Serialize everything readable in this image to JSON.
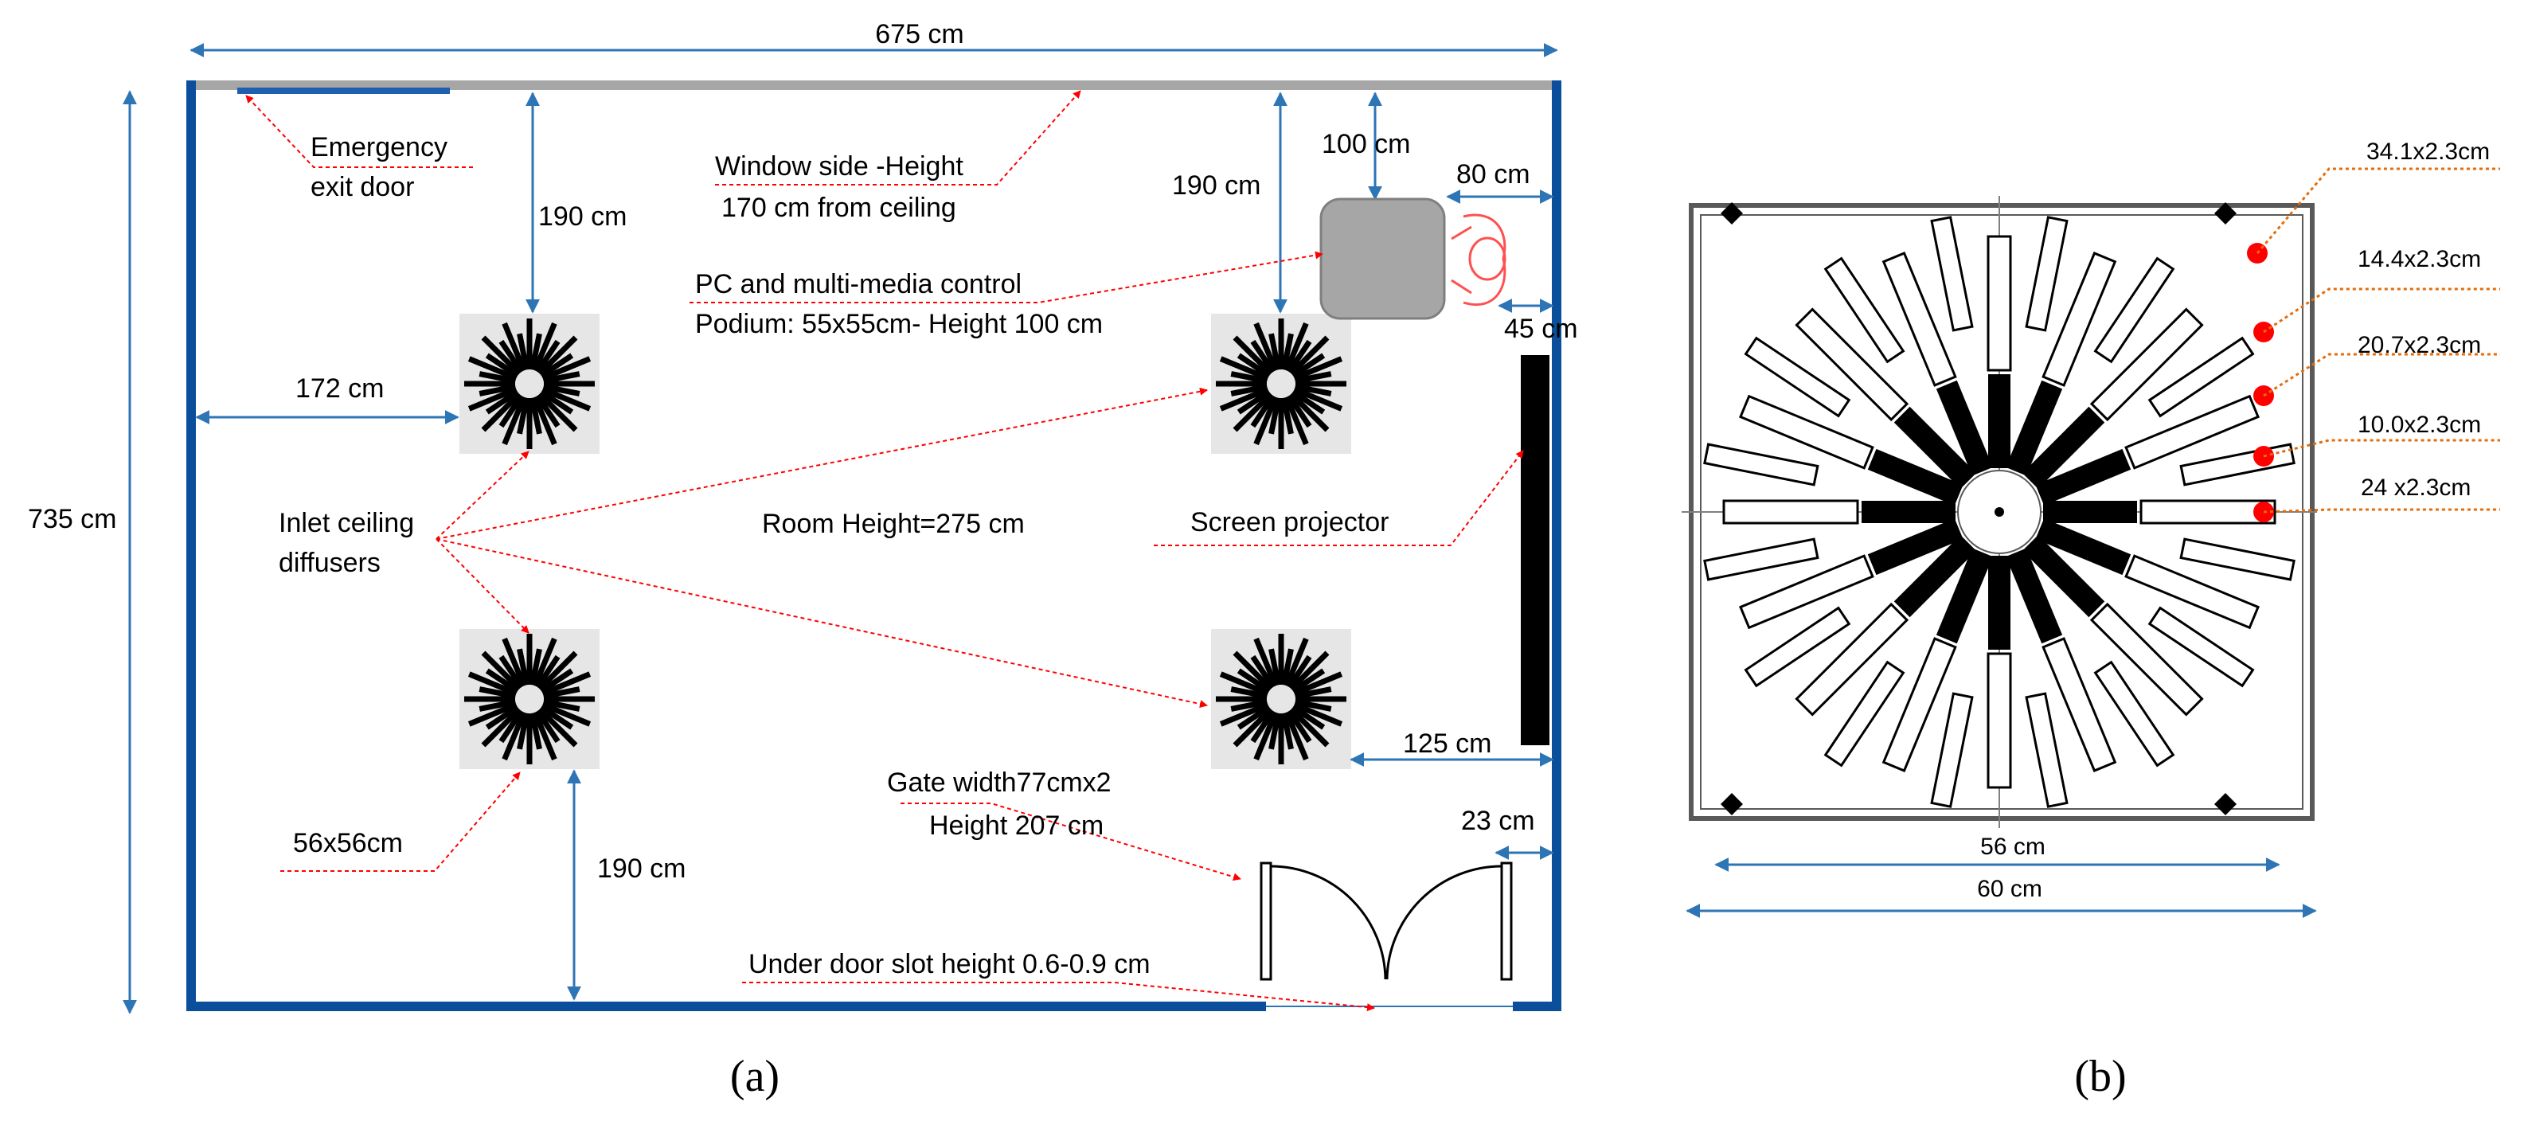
{
  "panel_a": {
    "caption": "(a)",
    "dims": {
      "room_width": "675 cm",
      "room_length": "735 cm",
      "top_to_diffuser_left": "190 cm",
      "top_to_diffuser_right": "190 cm",
      "podium_to_window": "100 cm",
      "podium_to_wall": "80 cm",
      "wall_left_to_diffuser": "172 cm",
      "podium_to_screen": "45 cm",
      "diffuser_to_screen": "125 cm",
      "gate_to_wall": "23 cm",
      "diffuser_to_bottom": "190 cm"
    },
    "labels": {
      "emergency_line1": "Emergency",
      "emergency_line2": "exit door",
      "window_line1": "Window side -Height",
      "window_line2": "170 cm from ceiling",
      "podium_line1": "PC and multi-media control",
      "podium_line2": "Podium: 55x55cm- Height 100 cm",
      "inlet_line1": "Inlet ceiling",
      "inlet_line2": "diffusers",
      "room_height": "Room Height=275 cm",
      "screen": "Screen projector",
      "diffuser_size": "56x56cm",
      "gate_line1": "Gate width77cmx2",
      "gate_line2": "Height 207 cm",
      "door_slot": "Under door slot height 0.6-0.9 cm"
    }
  },
  "panel_b": {
    "caption": "(b)",
    "inner_width": "56 cm",
    "outer_width": "60 cm",
    "slot_sizes": [
      "34.1x2.3cm",
      "14.4x2.3cm",
      "20.7x2.3cm",
      "10.0x2.3cm",
      "24 x2.3cm"
    ]
  },
  "colors": {
    "wall": "#0b4f9c",
    "window": "#a6a6a6",
    "dimension": "#2e75b6",
    "annotation": "#ff0000",
    "callout": "#e46c0a",
    "podium": "#a6a6a6",
    "screen": "#000000",
    "marker": "#ff0000"
  },
  "icons": [
    "emergency-door-icon",
    "podium-icon",
    "person-icon",
    "screen-icon",
    "ceiling-diffuser-icon",
    "double-gate-icon"
  ]
}
